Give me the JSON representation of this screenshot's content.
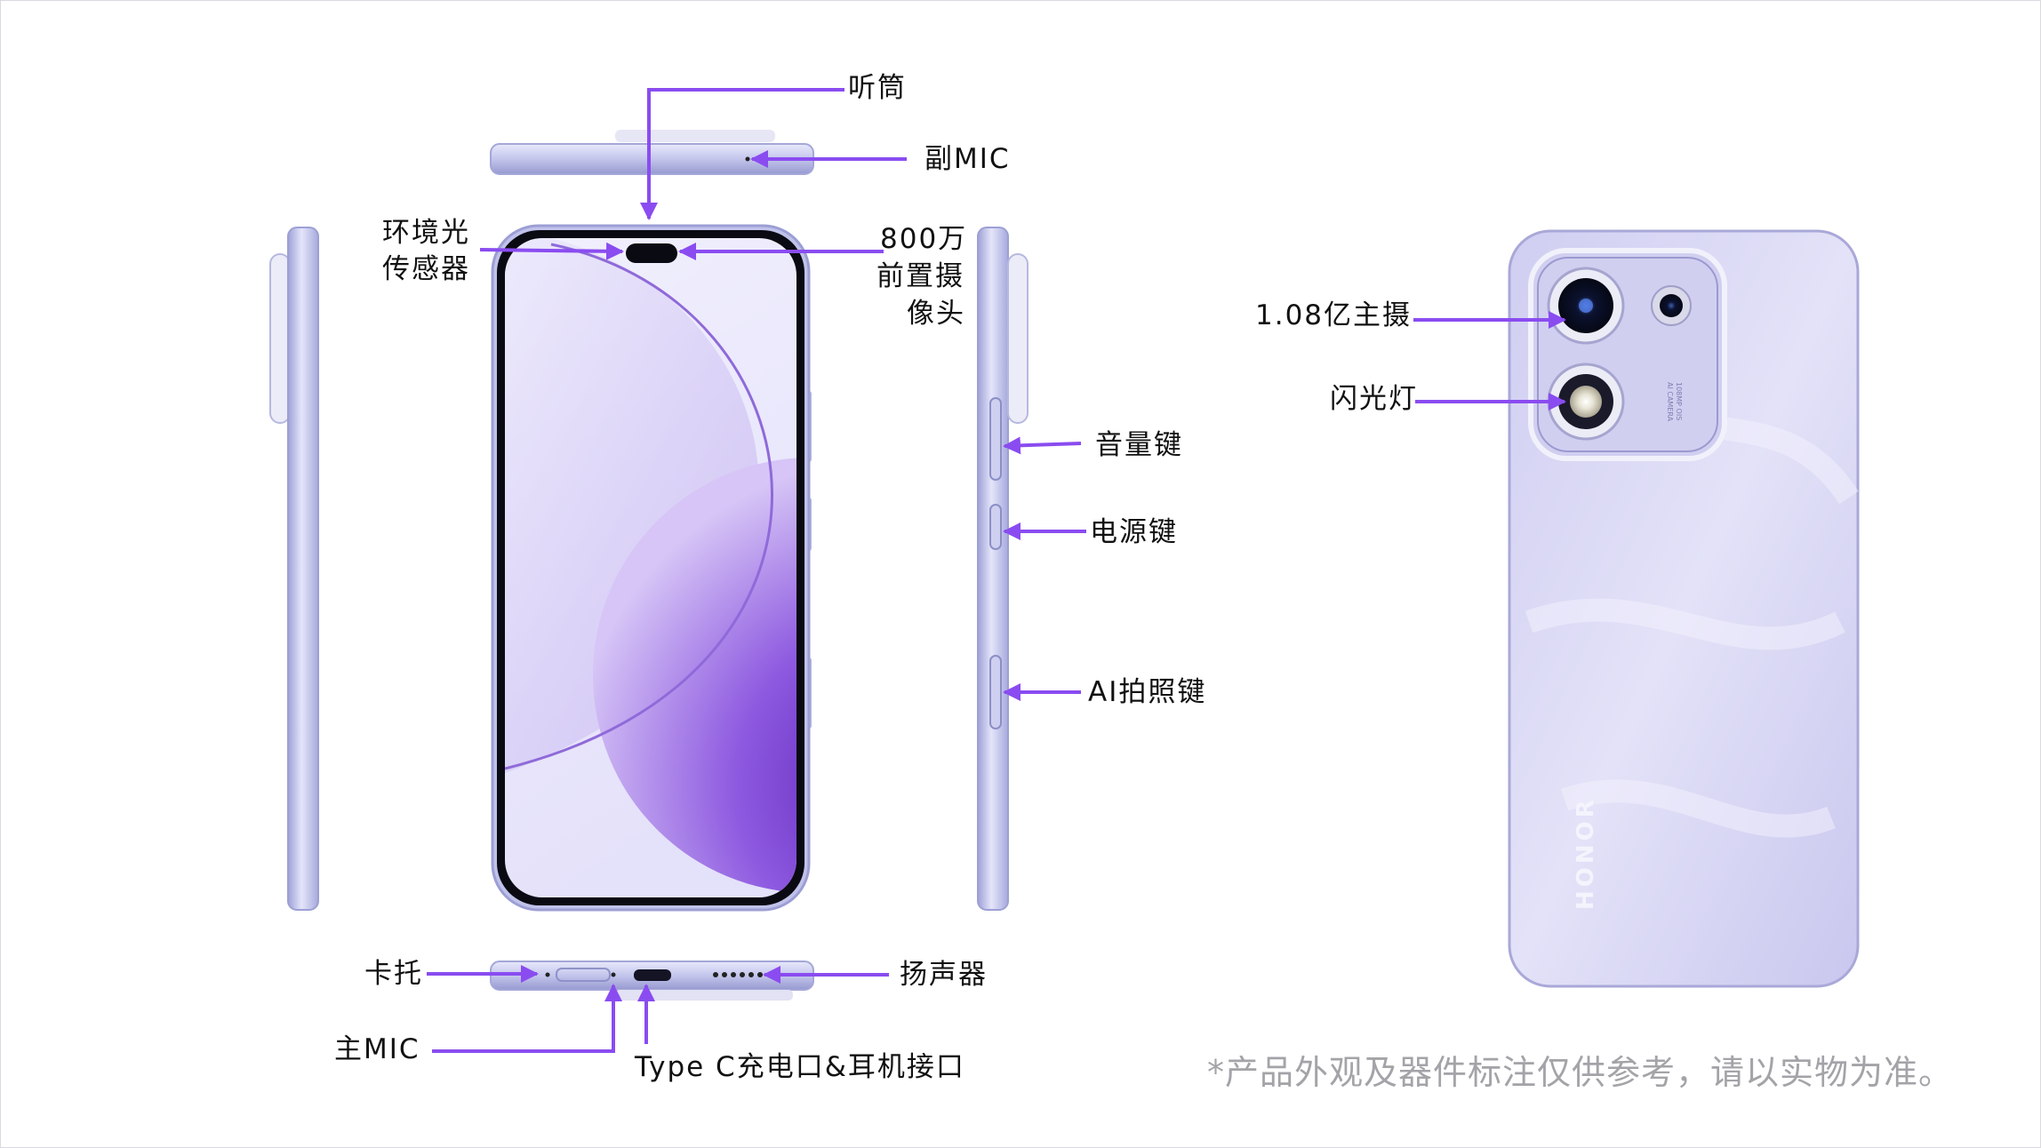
{
  "labels": {
    "earpiece": "听筒",
    "sub_mic": "副MIC",
    "ambient_light_sensor": [
      "环境光",
      "传感器"
    ],
    "front_camera": [
      "800万",
      "前置摄",
      "像头"
    ],
    "volume_key": "音量键",
    "power_key": "电源键",
    "ai_camera_key": "AI拍照键",
    "sim_tray": "卡托",
    "speaker": "扬声器",
    "main_mic": "主MIC",
    "usb_port": "Type C充电口&耳机接口",
    "main_camera": "1.08亿主摄",
    "flash": "闪光灯"
  },
  "disclaimer": "*产品外观及器件标注仅供参考，请以实物为准。",
  "brand_text": "HONOR",
  "camera_module_text": [
    "AI CAMERA",
    "108MP OIS"
  ],
  "colors": {
    "accent_line": "#8a4cf0",
    "phone_frame": "#b9bce6",
    "screen_purple": "#6b2bc4",
    "back_panel": "#d7d6f2"
  }
}
